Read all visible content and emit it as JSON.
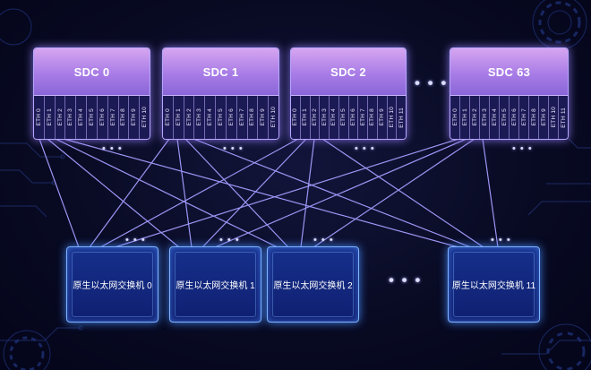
{
  "sdc_ports": [
    "ETH 0",
    "ETH 1",
    "ETH 2",
    "ETH 3",
    "ETH 4",
    "ETH 5",
    "ETH 6",
    "ETH 7",
    "ETH 8",
    "ETH 9",
    "ETH 10",
    "ETH 11"
  ],
  "sdcs": [
    {
      "label": "SDC 0"
    },
    {
      "label": "SDC 1"
    },
    {
      "label": "SDC 2"
    },
    {
      "label": "SDC 63"
    }
  ],
  "switches": [
    {
      "label": "原生以太网交换机 0"
    },
    {
      "label": "原生以太网交换机 1"
    },
    {
      "label": "原生以太网交换机 2"
    },
    {
      "label": "原生以太网交换机 11"
    }
  ],
  "ellipsis": {
    "small": "• • •",
    "large": "• • •"
  },
  "colors": {
    "background": "#080a22",
    "sdc_header": "#b083e8",
    "sdc_border": "#b6a6ff",
    "switch_fill": "#142a80",
    "switch_border": "#7fb4ff",
    "link_line": "#a69cff"
  }
}
